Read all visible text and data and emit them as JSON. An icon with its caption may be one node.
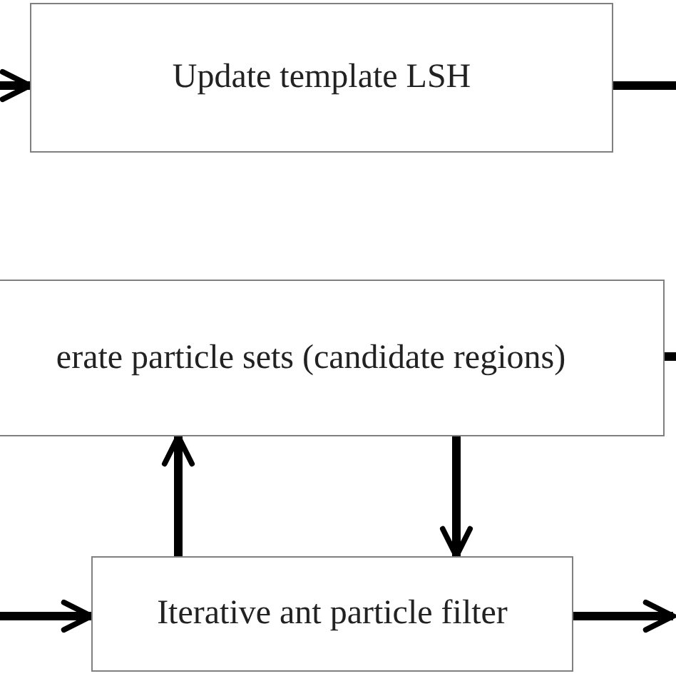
{
  "diagram": {
    "nodes": [
      {
        "text": [
          "Update template LSH"
        ]
      },
      {
        "text": [
          "erate particle sets (candidate regions)"
        ]
      },
      {
        "text": [
          "Iterative ant particle filter"
        ]
      }
    ],
    "edges": [
      {
        "from": null,
        "to": 0,
        "arrow": "to"
      },
      {
        "from": 0,
        "to": null,
        "arrow": "none"
      },
      {
        "from": 1,
        "to": null,
        "arrow": "none"
      },
      {
        "from": 2,
        "to": 1,
        "arrow": "to"
      },
      {
        "from": 1,
        "to": 2,
        "arrow": "to"
      },
      {
        "from": null,
        "to": 2,
        "arrow": "to"
      },
      {
        "from": 2,
        "to": null,
        "arrow": "to"
      }
    ]
  }
}
